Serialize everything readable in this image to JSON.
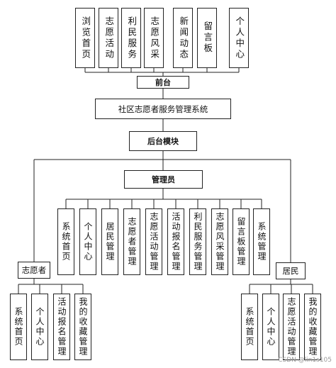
{
  "front_modules": [
    "浏览首页",
    "志愿活动",
    "利民服务",
    "志愿风采",
    "新闻动态",
    "留言板",
    "个人中心"
  ],
  "front_label": "前台",
  "system_title": "社区志愿者服务管理系统",
  "backend_label": "后台模块",
  "admin_label": "管理员",
  "admin_modules": [
    "系统首页",
    "个人中心",
    "居民管理",
    "志愿者管理",
    "志愿活动管理",
    "活动报名管理",
    "利民服务管理",
    "志愿风采管理",
    "留言板管理",
    "系统管理"
  ],
  "volunteer_label": "志愿者",
  "volunteer_modules": [
    "系统首页",
    "个人中心",
    "活动报名管理",
    "我的收藏管理"
  ],
  "resident_label": "居民",
  "resident_modules": [
    "系统首页",
    "个人中心",
    "志愿活动管理",
    "我的收藏管理"
  ],
  "watermark": "CSDN @lin1s105"
}
